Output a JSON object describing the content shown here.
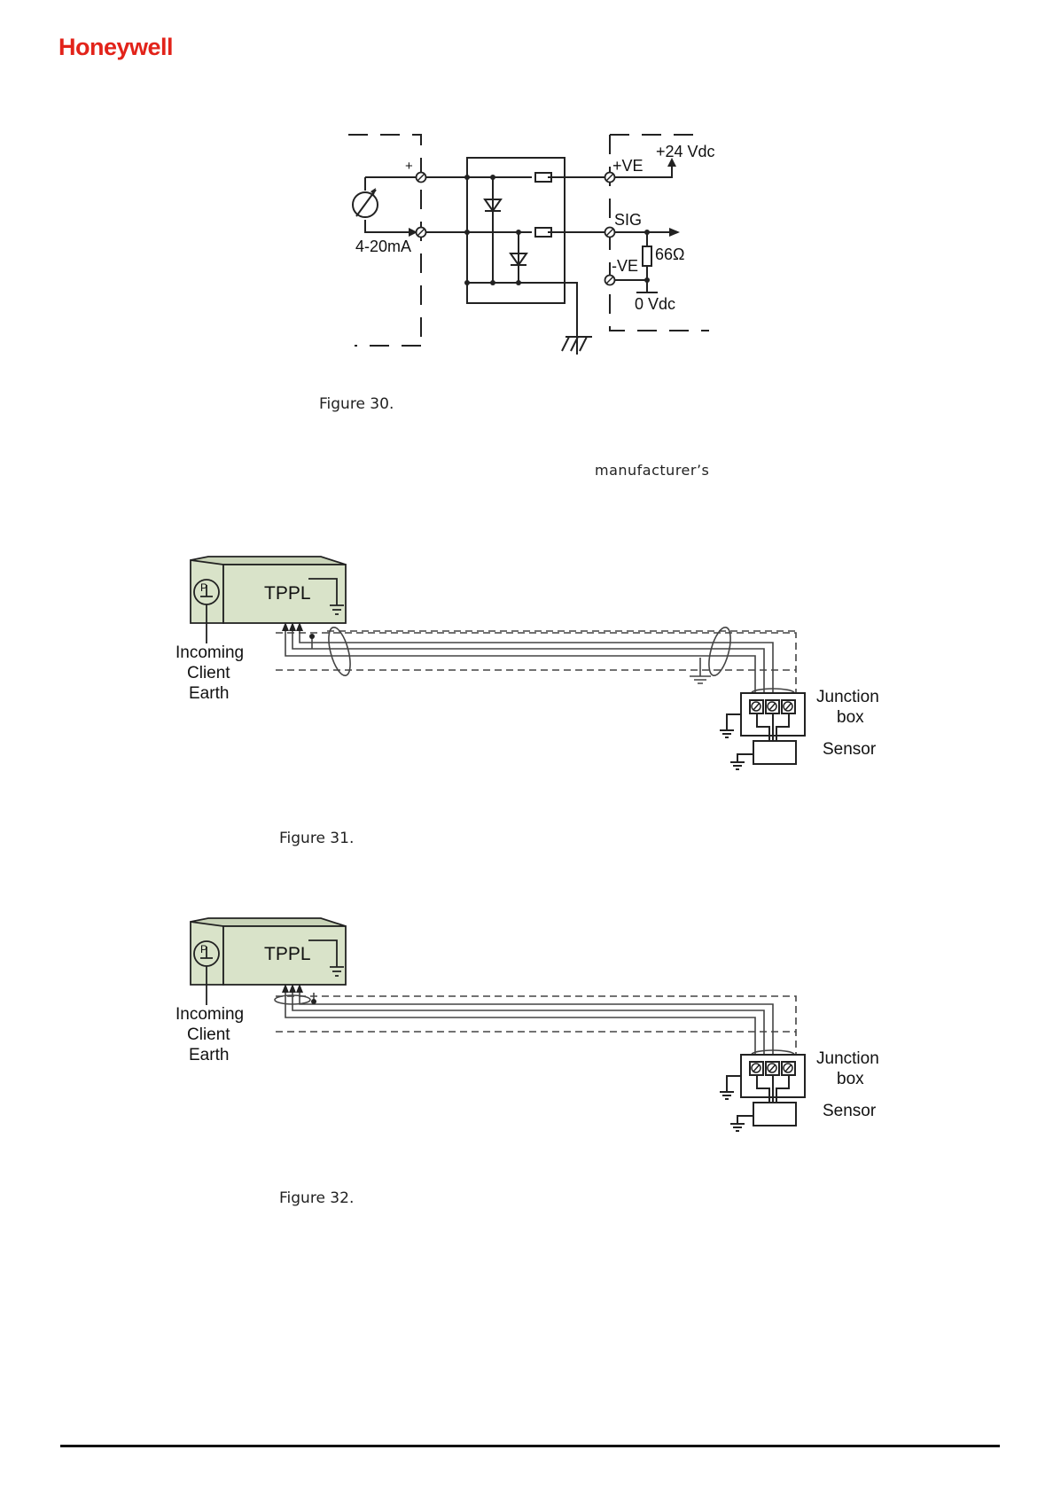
{
  "header": {
    "brand": "Honeywell",
    "brand_color": "#e2231a"
  },
  "figure30": {
    "caption": "Figure 30.",
    "labels": {
      "plus": "+",
      "current": "4-20mA",
      "pos_ve": "+VE",
      "supply": "+24 Vdc",
      "sig": "SIG",
      "resistor": "66Ω",
      "neg_ve": "-VE",
      "zero": "0 Vdc"
    }
  },
  "body_text": {
    "word": "manufacturer’s"
  },
  "figure31": {
    "caption": "Figure 31.",
    "labels": {
      "tppl": "TPPL",
      "p": "P",
      "earth_line1": "Incoming",
      "earth_line2": "Client",
      "earth_line3": "Earth",
      "jb_line1": "Junction",
      "jb_line2": "box",
      "sensor": "Sensor"
    }
  },
  "figure32": {
    "caption": "Figure 32.",
    "labels": {
      "tppl": "TPPL",
      "p": "P",
      "earth_line1": "Incoming",
      "earth_line2": "Client",
      "earth_line3": "Earth",
      "jb_line1": "Junction",
      "jb_line2": "box",
      "sensor": "Sensor"
    }
  },
  "colors": {
    "box_fill": "#d9e3c9",
    "line": "#222222",
    "dash": "#444444"
  }
}
